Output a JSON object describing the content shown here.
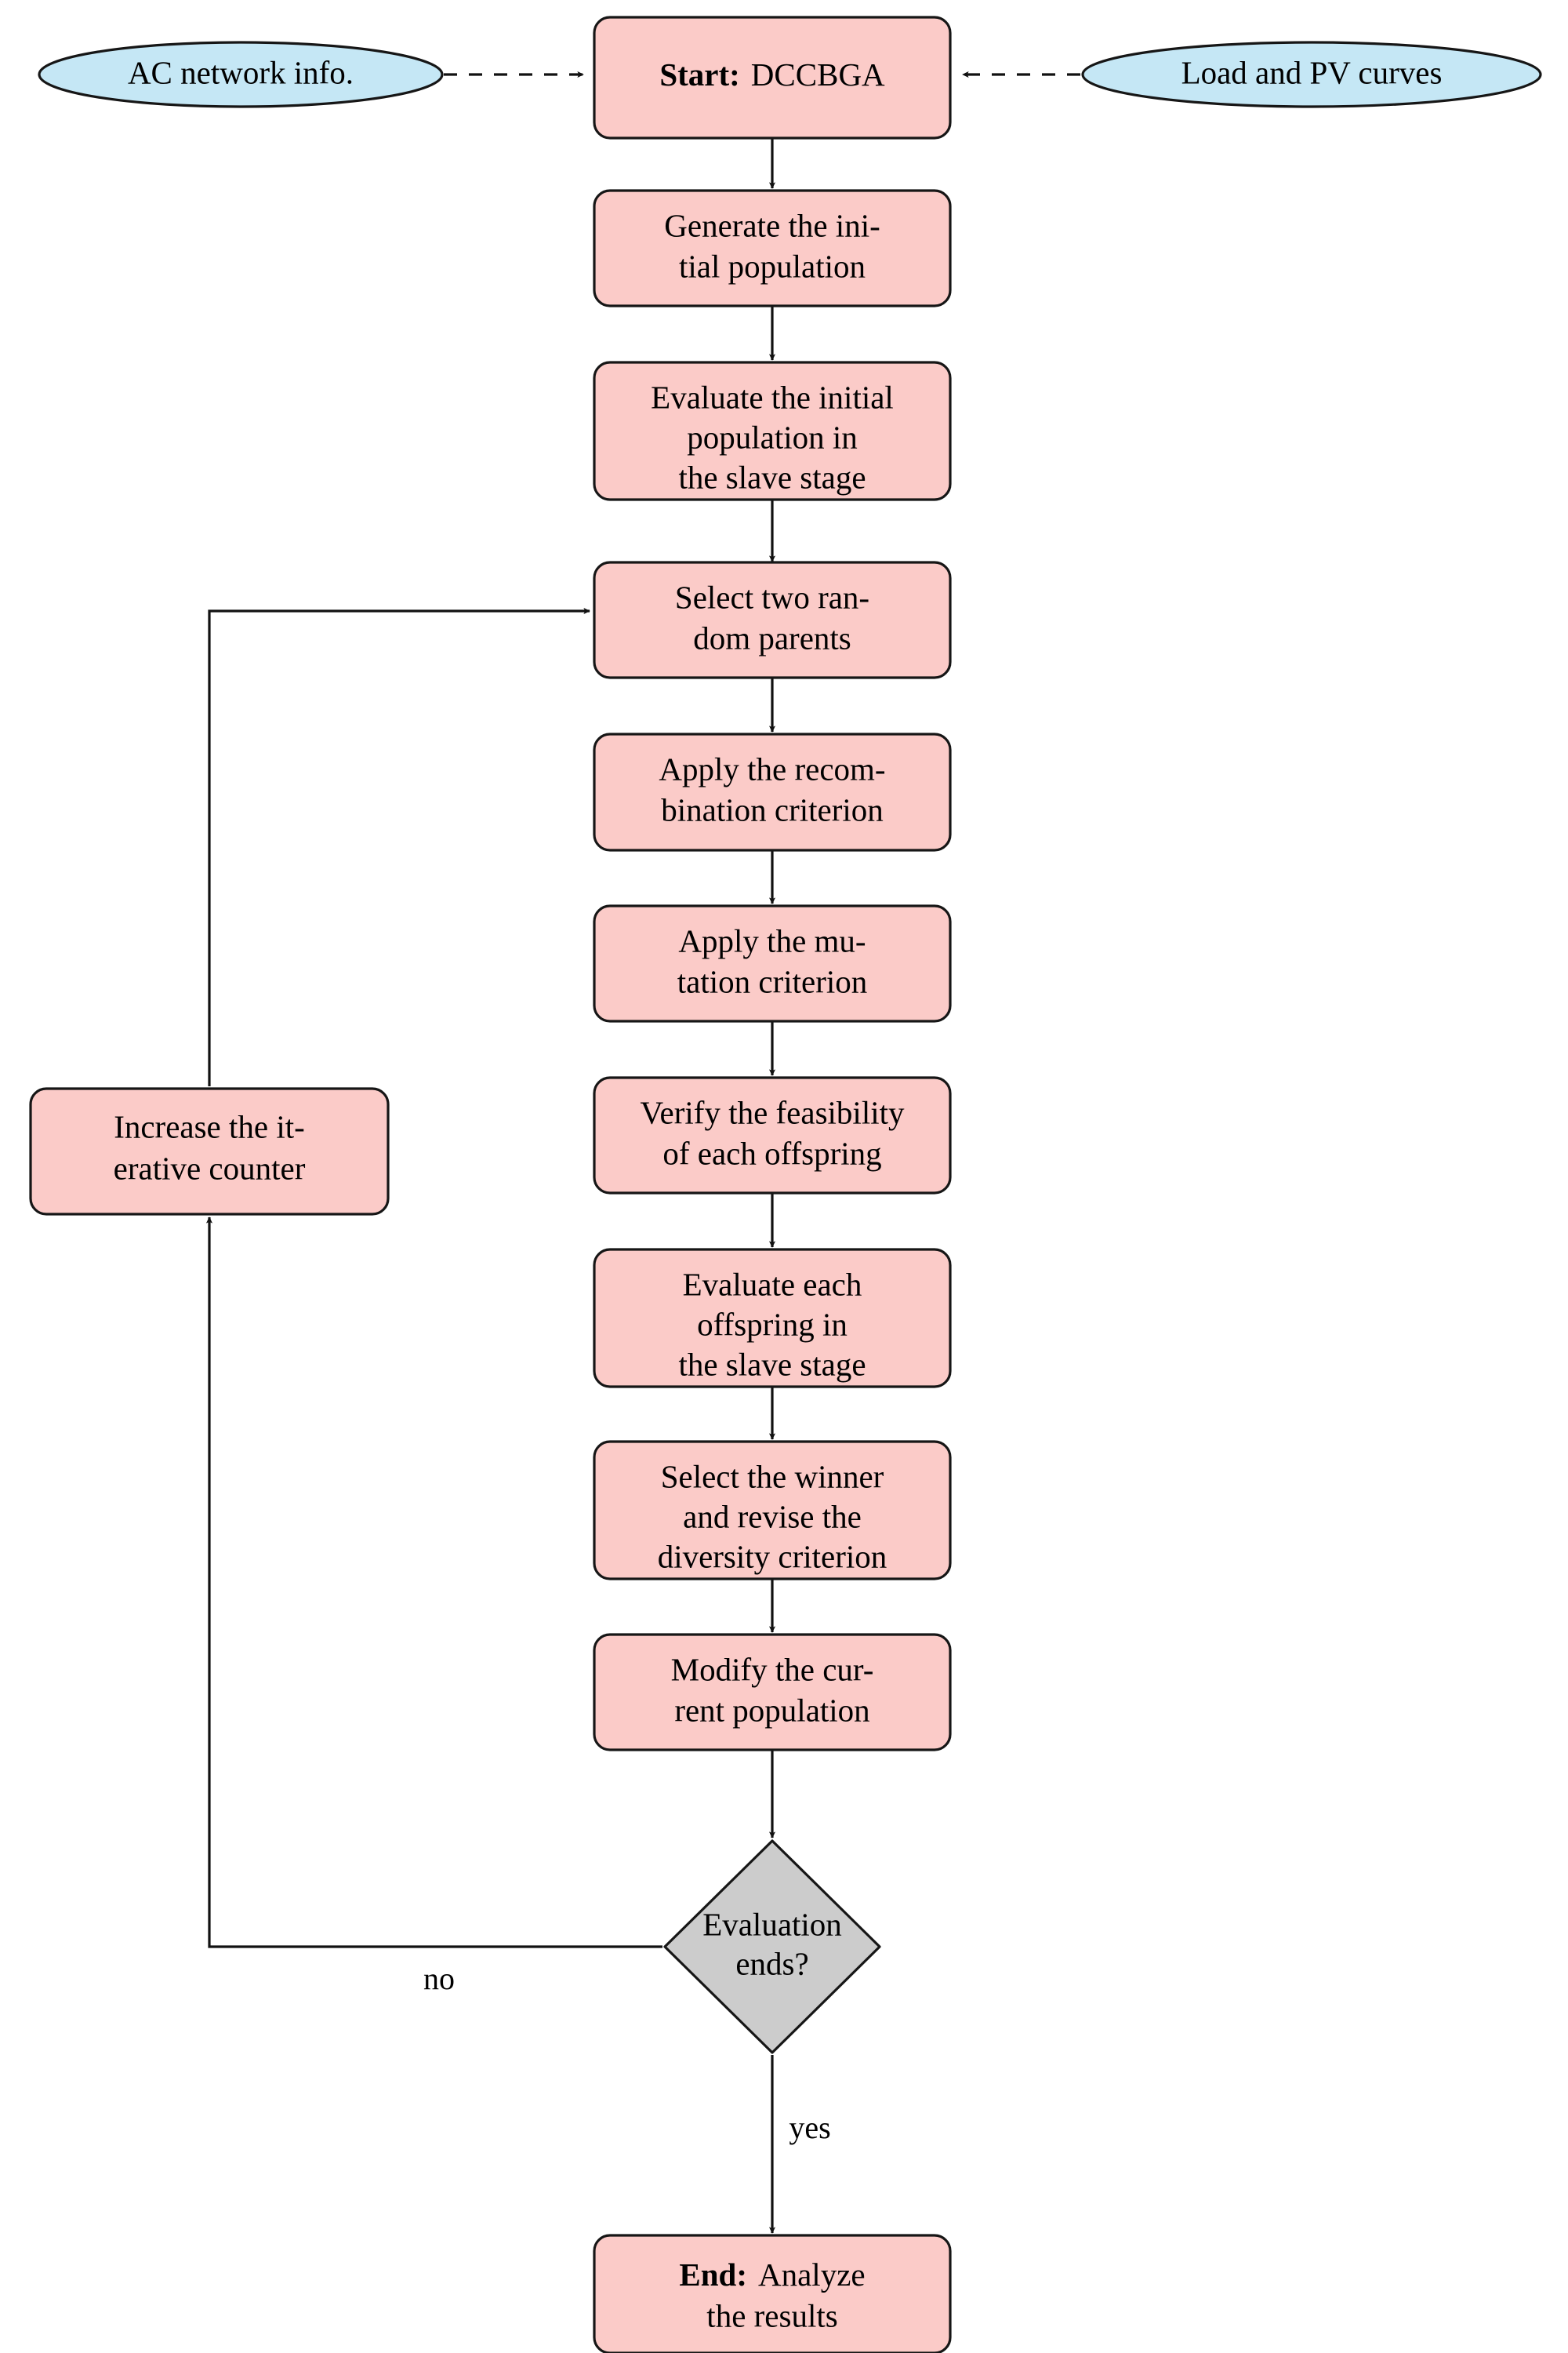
{
  "diagram": {
    "title": "DCCBGA master-slave genetic algorithm flowchart",
    "colors": {
      "process_fill": "#fbcbc8",
      "io_fill": "#c5e7f5",
      "decision_fill": "#cccccc",
      "stroke": "#161616",
      "edge": "#111111",
      "text": "#000000",
      "background": "#ffffff"
    },
    "nodes": {
      "input_left": {
        "type": "io-ellipse",
        "label": "AC network info."
      },
      "input_right": {
        "type": "io-ellipse",
        "label": "Load and PV curves"
      },
      "start": {
        "type": "process",
        "label_bold": "Start:",
        "label_rest": "DCCBGA",
        "lines": [
          "Start: DCCBGA"
        ]
      },
      "generate": {
        "type": "process",
        "lines": [
          "Generate the ini-",
          "tial population"
        ]
      },
      "evaluate_initial": {
        "type": "process",
        "lines": [
          "Evaluate the initial",
          "population in",
          "the slave stage"
        ]
      },
      "select_parents": {
        "type": "process",
        "lines": [
          "Select two ran-",
          "dom parents"
        ]
      },
      "recombination": {
        "type": "process",
        "lines": [
          "Apply the recom-",
          "bination criterion"
        ]
      },
      "mutation": {
        "type": "process",
        "lines": [
          "Apply the mu-",
          "tation criterion"
        ]
      },
      "verify": {
        "type": "process",
        "lines": [
          "Verify the feasibility",
          "of each offspring"
        ]
      },
      "evaluate_offspring": {
        "type": "process",
        "lines": [
          "Evaluate each",
          "offspring in",
          "the slave stage"
        ]
      },
      "select_winner": {
        "type": "process",
        "lines": [
          "Select the winner",
          "and revise the",
          "diversity criterion"
        ]
      },
      "modify": {
        "type": "process",
        "lines": [
          "Modify the cur-",
          "rent population"
        ]
      },
      "decision": {
        "type": "decision",
        "lines": [
          "Evaluation",
          "ends?"
        ]
      },
      "counter": {
        "type": "process",
        "lines": [
          "Increase the it-",
          "erative counter"
        ]
      },
      "end": {
        "type": "process",
        "label_bold": "End:",
        "label_rest": "Analyze",
        "lines": [
          "End: Analyze",
          "the results"
        ]
      }
    },
    "edge_labels": {
      "no": "no",
      "yes": "yes"
    }
  }
}
